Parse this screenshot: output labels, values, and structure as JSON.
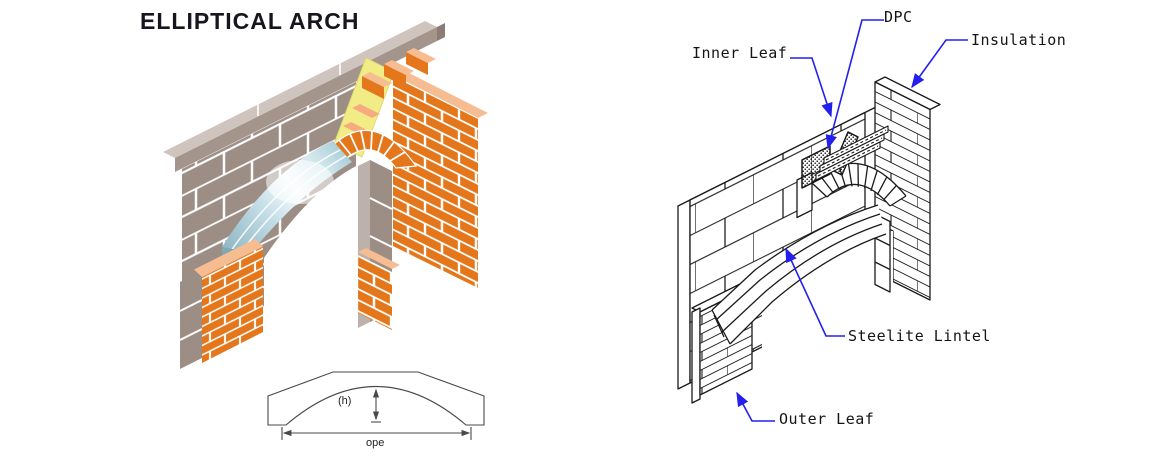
{
  "title": "ELLIPTICAL ARCH",
  "cad_labels": {
    "dpc": "DPC",
    "insulation": "Insulation",
    "inner_leaf": "Inner Leaf",
    "steelite_lintel": "Steelite Lintel",
    "outer_leaf": "Outer Leaf"
  },
  "profile_diagram": {
    "height_label": "(h)",
    "opening_label": "ope"
  },
  "colors": {
    "brick_orange": "#E4771B",
    "brick_top_peach": "#F7BD92",
    "block_gray": "#9C8D85",
    "block_top_light": "#CFC5BE",
    "insulation_yellow": "#F1EC86",
    "lintel_teal": "#9FC3CF",
    "leader_blue": "#2320EE",
    "cad_line": "#1A1A1A"
  }
}
